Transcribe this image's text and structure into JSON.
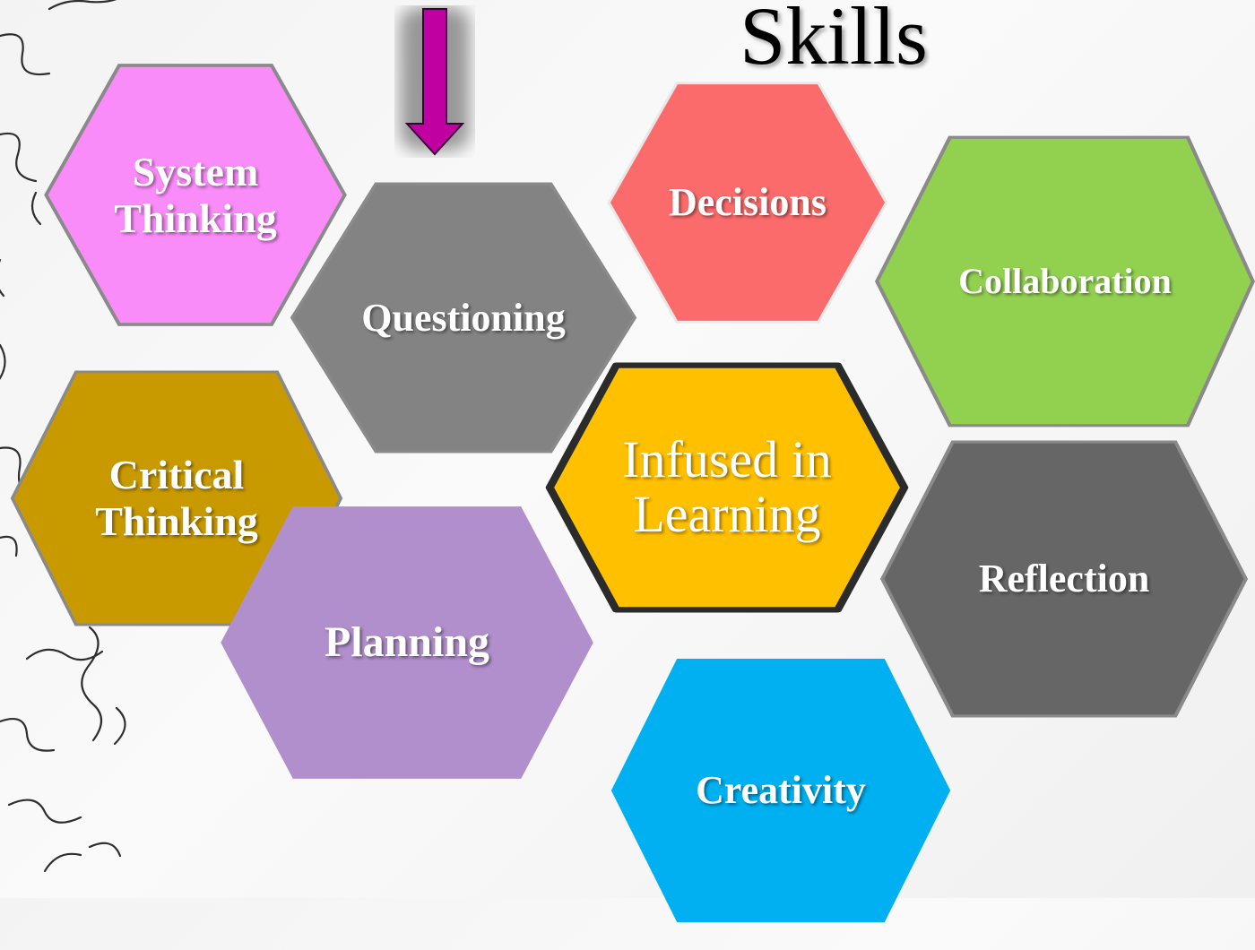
{
  "title": "Skills",
  "hexagons": [
    {
      "id": "system-thinking",
      "label": "System\nThinking",
      "color": "#fa8cfa"
    },
    {
      "id": "questioning",
      "label": "Questioning",
      "color": "#838383"
    },
    {
      "id": "decisions",
      "label": "Decisions",
      "color": "#fc6b6b"
    },
    {
      "id": "collaboration",
      "label": "Collaboration",
      "color": "#92d050"
    },
    {
      "id": "critical-thinking",
      "label": "Critical\nThinking",
      "color": "#c99a00"
    },
    {
      "id": "infused-in-learning",
      "label": "Infused in\nLearning",
      "color": "#ffc000"
    },
    {
      "id": "planning",
      "label": "Planning",
      "color": "#b08fcc"
    },
    {
      "id": "reflection",
      "label": "Reflection",
      "color": "#666666"
    },
    {
      "id": "creativity",
      "label": "Creativity",
      "color": "#00b0f0"
    }
  ],
  "arrow_color": "#c000a0"
}
